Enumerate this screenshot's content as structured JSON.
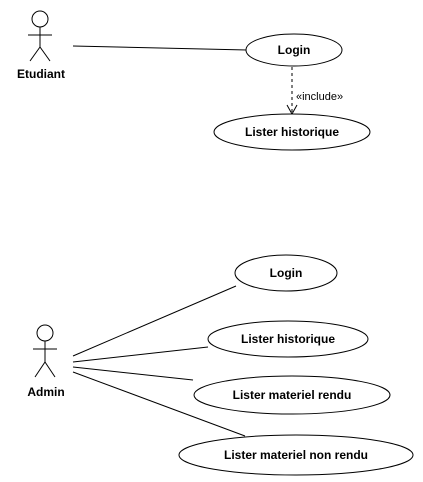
{
  "diagram": {
    "type": "uml-use-case",
    "actors": [
      {
        "id": "etudiant",
        "label": "Etudiant"
      },
      {
        "id": "admin",
        "label": "Admin"
      }
    ],
    "use_cases": [
      {
        "id": "uc-etudiant-login",
        "label": "Login"
      },
      {
        "id": "uc-etudiant-lister-historique",
        "label": "Lister historique"
      },
      {
        "id": "uc-admin-login",
        "label": "Login"
      },
      {
        "id": "uc-admin-lister-historique",
        "label": "Lister historique"
      },
      {
        "id": "uc-admin-lister-materiel-rendu",
        "label": "Lister materiel rendu"
      },
      {
        "id": "uc-admin-lister-materiel-non-rendu",
        "label": "Lister materiel non rendu"
      }
    ],
    "relations": [
      {
        "type": "association",
        "from": "etudiant",
        "to": "uc-etudiant-login"
      },
      {
        "type": "include",
        "from": "uc-etudiant-login",
        "to": "uc-etudiant-lister-historique",
        "label": "«include»"
      },
      {
        "type": "association",
        "from": "admin",
        "to": "uc-admin-login"
      },
      {
        "type": "association",
        "from": "admin",
        "to": "uc-admin-lister-historique"
      },
      {
        "type": "association",
        "from": "admin",
        "to": "uc-admin-lister-materiel-rendu"
      },
      {
        "type": "association",
        "from": "admin",
        "to": "uc-admin-lister-materiel-non-rendu"
      }
    ]
  }
}
